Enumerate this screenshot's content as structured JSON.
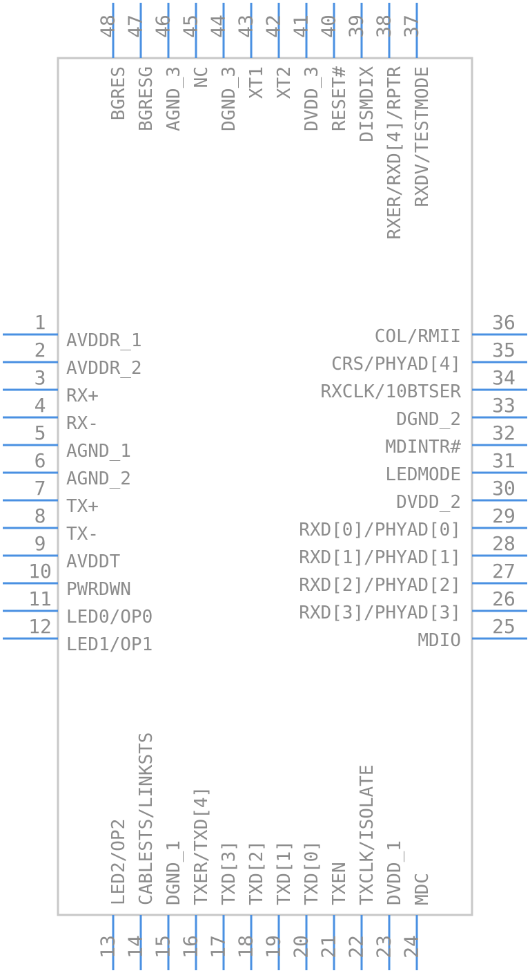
{
  "component": {
    "colors": {
      "outline": "#c8c8c8",
      "pin": "#4a90e2",
      "text": "#8c8c8c",
      "background": "#ffffff"
    },
    "left_pins": [
      {
        "number": "1",
        "label": "AVDDR_1"
      },
      {
        "number": "2",
        "label": "AVDDR_2"
      },
      {
        "number": "3",
        "label": "RX+"
      },
      {
        "number": "4",
        "label": "RX-"
      },
      {
        "number": "5",
        "label": "AGND_1"
      },
      {
        "number": "6",
        "label": "AGND_2"
      },
      {
        "number": "7",
        "label": "TX+"
      },
      {
        "number": "8",
        "label": "TX-"
      },
      {
        "number": "9",
        "label": "AVDDT"
      },
      {
        "number": "10",
        "label": "PWRDWN"
      },
      {
        "number": "11",
        "label": "LED0/OP0"
      },
      {
        "number": "12",
        "label": "LED1/OP1"
      }
    ],
    "bottom_pins": [
      {
        "number": "13",
        "label": "LED2/OP2"
      },
      {
        "number": "14",
        "label": "CABLESTS/LINKSTS"
      },
      {
        "number": "15",
        "label": "DGND_1"
      },
      {
        "number": "16",
        "label": "TXER/TXD[4]"
      },
      {
        "number": "17",
        "label": "TXD[3]"
      },
      {
        "number": "18",
        "label": "TXD[2]"
      },
      {
        "number": "19",
        "label": "TXD[1]"
      },
      {
        "number": "20",
        "label": "TXD[0]"
      },
      {
        "number": "21",
        "label": "TXEN"
      },
      {
        "number": "22",
        "label": "TXCLK/ISOLATE"
      },
      {
        "number": "23",
        "label": "DVDD_1"
      },
      {
        "number": "24",
        "label": "MDC"
      }
    ],
    "right_pins": [
      {
        "number": "25",
        "label": "MDIO"
      },
      {
        "number": "26",
        "label": "RXD[3]/PHYAD[3]"
      },
      {
        "number": "27",
        "label": "RXD[2]/PHYAD[2]"
      },
      {
        "number": "28",
        "label": "RXD[1]/PHYAD[1]"
      },
      {
        "number": "29",
        "label": "RXD[0]/PHYAD[0]"
      },
      {
        "number": "30",
        "label": "DVDD_2"
      },
      {
        "number": "31",
        "label": "LEDMODE"
      },
      {
        "number": "32",
        "label": "MDINTR#"
      },
      {
        "number": "33",
        "label": "DGND_2"
      },
      {
        "number": "34",
        "label": "RXCLK/10BTSER"
      },
      {
        "number": "35",
        "label": "CRS/PHYAD[4]"
      },
      {
        "number": "36",
        "label": "COL/RMII"
      }
    ],
    "top_pins": [
      {
        "number": "37",
        "label": "RXDV/TESTMODE"
      },
      {
        "number": "38",
        "label": "RXER/RXD[4]/RPTR"
      },
      {
        "number": "39",
        "label": "DISMDIX"
      },
      {
        "number": "40",
        "label": "RESET#"
      },
      {
        "number": "41",
        "label": "DVDD_3"
      },
      {
        "number": "42",
        "label": "XT2"
      },
      {
        "number": "43",
        "label": "XT1"
      },
      {
        "number": "44",
        "label": "DGND_3"
      },
      {
        "number": "45",
        "label": "NC"
      },
      {
        "number": "46",
        "label": "AGND_3"
      },
      {
        "number": "47",
        "label": "BGRESG"
      },
      {
        "number": "48",
        "label": "BGRES"
      }
    ]
  }
}
